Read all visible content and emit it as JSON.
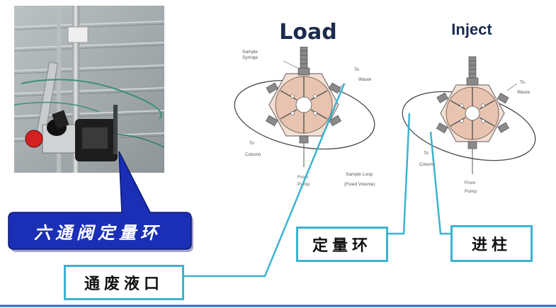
{
  "titles": {
    "load": "Load",
    "inject": "Inject"
  },
  "load_diagram": {
    "sample_syringe": [
      "Sample",
      "Syringe"
    ],
    "to_waste": [
      "To",
      "Waste"
    ],
    "to_column": [
      "To",
      "Column"
    ],
    "from_pump": [
      "From",
      "Pump"
    ],
    "sample_loop": [
      "Sample Loop",
      "(Fixed Volume)"
    ]
  },
  "inject_diagram": {
    "to_waste": [
      "To",
      "Waste"
    ],
    "to_column": [
      "To",
      "Column"
    ],
    "from_pump": [
      "From",
      "Pump"
    ]
  },
  "callouts": {
    "six_port_valve": "六通阀定量环",
    "waste_port": "通废液口",
    "quant_loop": "定量环",
    "to_column": "进柱"
  },
  "colors": {
    "callout_blue": "#1a2fb5",
    "leader_line": "#3bb3d0",
    "title_text": "#1b2b4d"
  }
}
